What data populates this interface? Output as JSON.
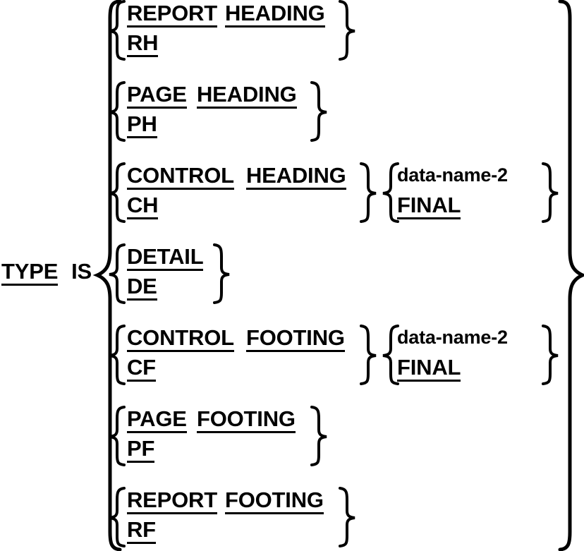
{
  "diagram": {
    "title": "COBOL TYPE IS clause railroad syntax diagram",
    "lead": {
      "keyword": "TYPE",
      "verb": "IS"
    },
    "options": [
      {
        "id": "report-heading",
        "long_words": [
          "REPORT",
          "HEADING"
        ],
        "abbrev": "RH",
        "has_qualifier": false
      },
      {
        "id": "page-heading",
        "long_words": [
          "PAGE",
          "HEADING"
        ],
        "abbrev": "PH",
        "has_qualifier": false
      },
      {
        "id": "control-heading",
        "long_words": [
          "CONTROL",
          "HEADING"
        ],
        "abbrev": "CH",
        "has_qualifier": true,
        "qualifier": {
          "first": "data-name-2",
          "second": "FINAL"
        }
      },
      {
        "id": "detail",
        "long_words": [
          "DETAIL"
        ],
        "abbrev": "DE",
        "has_qualifier": false
      },
      {
        "id": "control-footing",
        "long_words": [
          "CONTROL",
          "FOOTING"
        ],
        "abbrev": "CF",
        "has_qualifier": true,
        "qualifier": {
          "first": "data-name-2",
          "second": "FINAL"
        }
      },
      {
        "id": "page-footing",
        "long_words": [
          "PAGE",
          "FOOTING"
        ],
        "abbrev": "PF",
        "has_qualifier": false
      },
      {
        "id": "report-footing",
        "long_words": [
          "REPORT",
          "FOOTING"
        ],
        "abbrev": "RF",
        "has_qualifier": false
      }
    ],
    "colors": {
      "ink": "#000000",
      "paper": "#ffffff"
    }
  }
}
